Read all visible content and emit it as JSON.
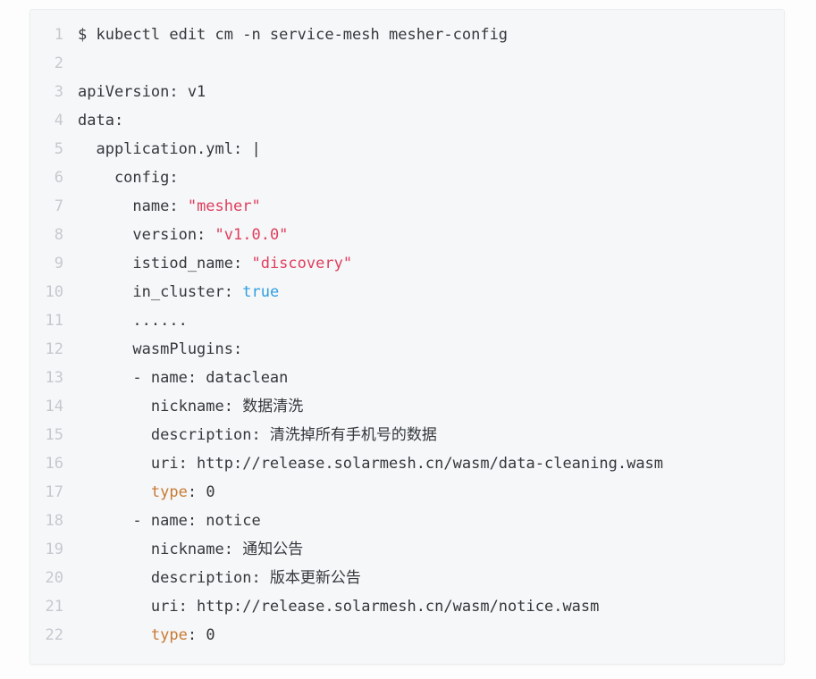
{
  "theme": {
    "page_bg": "#fdfdfd",
    "block_bg": "#f6f7f8",
    "block_border": "#ebedef",
    "line_number_color": "#c5c9ce",
    "token_colors": {
      "plain": "#34383c",
      "string": "#df3e5e",
      "boolean": "#2d9fe2",
      "keyword": "#c87a33"
    }
  },
  "code_block": {
    "lines": [
      {
        "no": "1",
        "tokens": [
          {
            "t": "$ kubectl edit cm -n service-mesh mesher-config",
            "c": "plain"
          }
        ]
      },
      {
        "no": "2",
        "tokens": []
      },
      {
        "no": "3",
        "tokens": [
          {
            "t": "apiVersion: v1",
            "c": "plain"
          }
        ]
      },
      {
        "no": "4",
        "tokens": [
          {
            "t": "data:",
            "c": "plain"
          }
        ]
      },
      {
        "no": "5",
        "tokens": [
          {
            "t": "  application.yml: |",
            "c": "plain"
          }
        ]
      },
      {
        "no": "6",
        "tokens": [
          {
            "t": "    config:",
            "c": "plain"
          }
        ]
      },
      {
        "no": "7",
        "tokens": [
          {
            "t": "      name: ",
            "c": "plain"
          },
          {
            "t": "\"mesher\"",
            "c": "string"
          }
        ]
      },
      {
        "no": "8",
        "tokens": [
          {
            "t": "      version: ",
            "c": "plain"
          },
          {
            "t": "\"v1.0.0\"",
            "c": "string"
          }
        ]
      },
      {
        "no": "9",
        "tokens": [
          {
            "t": "      istiod_name: ",
            "c": "plain"
          },
          {
            "t": "\"discovery\"",
            "c": "string"
          }
        ]
      },
      {
        "no": "10",
        "tokens": [
          {
            "t": "      in_cluster: ",
            "c": "plain"
          },
          {
            "t": "true",
            "c": "boolean"
          }
        ]
      },
      {
        "no": "11",
        "tokens": [
          {
            "t": "      ......",
            "c": "plain"
          }
        ]
      },
      {
        "no": "12",
        "tokens": [
          {
            "t": "      wasmPlugins:",
            "c": "plain"
          }
        ]
      },
      {
        "no": "13",
        "tokens": [
          {
            "t": "      - name: dataclean",
            "c": "plain"
          }
        ]
      },
      {
        "no": "14",
        "tokens": [
          {
            "t": "        nickname: 数据清洗",
            "c": "plain"
          }
        ]
      },
      {
        "no": "15",
        "tokens": [
          {
            "t": "        description: 清洗掉所有手机号的数据",
            "c": "plain"
          }
        ]
      },
      {
        "no": "16",
        "tokens": [
          {
            "t": "        uri: http://release.solarmesh.cn/wasm/data-cleaning.wasm",
            "c": "plain"
          }
        ]
      },
      {
        "no": "17",
        "tokens": [
          {
            "t": "        ",
            "c": "plain"
          },
          {
            "t": "type",
            "c": "keyword"
          },
          {
            "t": ": 0",
            "c": "plain"
          }
        ]
      },
      {
        "no": "18",
        "tokens": [
          {
            "t": "      - name: notice",
            "c": "plain"
          }
        ]
      },
      {
        "no": "19",
        "tokens": [
          {
            "t": "        nickname: 通知公告",
            "c": "plain"
          }
        ]
      },
      {
        "no": "20",
        "tokens": [
          {
            "t": "        description: 版本更新公告",
            "c": "plain"
          }
        ]
      },
      {
        "no": "21",
        "tokens": [
          {
            "t": "        uri: http://release.solarmesh.cn/wasm/notice.wasm",
            "c": "plain"
          }
        ]
      },
      {
        "no": "22",
        "tokens": [
          {
            "t": "        ",
            "c": "plain"
          },
          {
            "t": "type",
            "c": "keyword"
          },
          {
            "t": ": 0",
            "c": "plain"
          }
        ]
      }
    ]
  }
}
